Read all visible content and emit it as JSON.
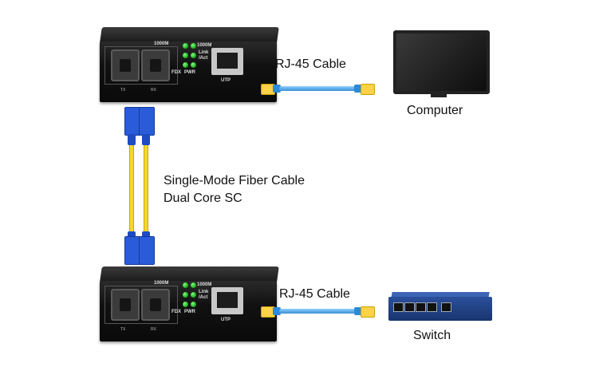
{
  "labels": {
    "rj45_top": "RJ-45 Cable",
    "rj45_bottom": "RJ-45 Cable",
    "fiber_line1": "Single-Mode Fiber Cable",
    "fiber_line2": "Dual Core SC",
    "computer": "Computer",
    "switch": "Switch"
  },
  "converter_labels": {
    "speed": "1000M",
    "speed2": "1000M",
    "link": "Link",
    "act": "/Act",
    "fdx": "FDX",
    "pwr": "PWR",
    "utp": "UTP",
    "tx": "TX",
    "rx": "RX"
  },
  "colors": {
    "converter": "#111111",
    "led": "#22c222",
    "ethernet_cable": "#5aaeea",
    "rj45_plug": "#ffd24a",
    "fiber_cable": "#f2d72e",
    "sc_connector": "#2a5bd8",
    "switch": "#1f4288"
  },
  "icons": {
    "computer": "monitor-icon",
    "switch": "network-switch-icon"
  }
}
